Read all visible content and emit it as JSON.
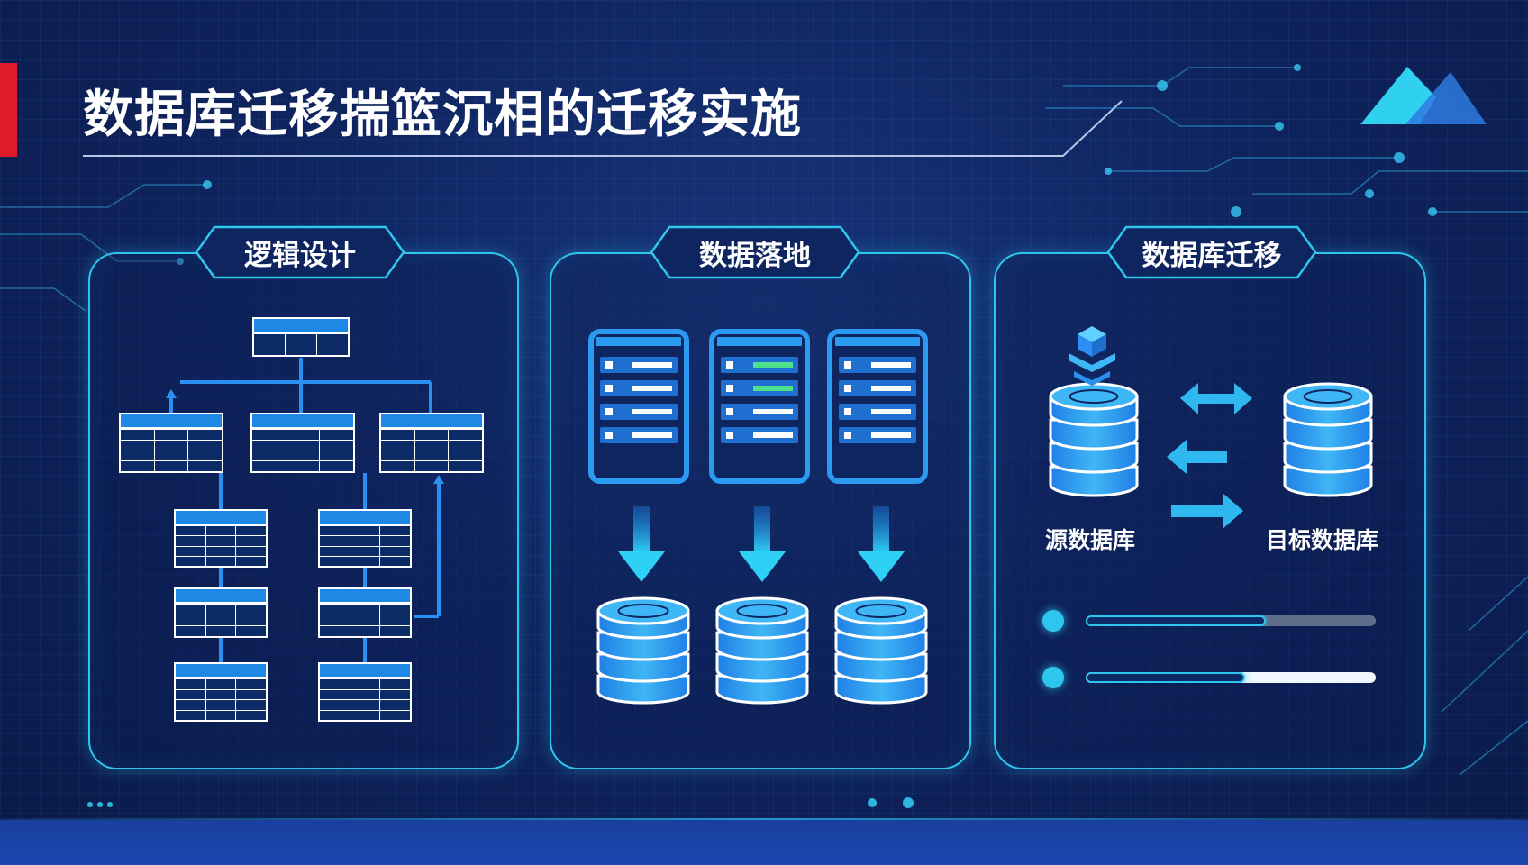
{
  "title": "数据库迁移揣篮沉相的迁移实施",
  "panels": [
    {
      "label": "逻辑设计"
    },
    {
      "label": "数据落地"
    },
    {
      "label": "数据库迁移"
    }
  ],
  "migration": {
    "source_label": "源数据库",
    "target_label": "目标数据库",
    "progress": [
      0.62,
      0.55
    ]
  },
  "colors": {
    "accent": "#2fc6ee",
    "brand_red": "#e01a2b",
    "background": "#0f2560",
    "table_header": "#1e88e5"
  },
  "icons": [
    "server-rack-icon",
    "database-icon",
    "down-arrow-icon",
    "sync-arrows-icon",
    "cube-stack-icon",
    "logo-icon"
  ]
}
